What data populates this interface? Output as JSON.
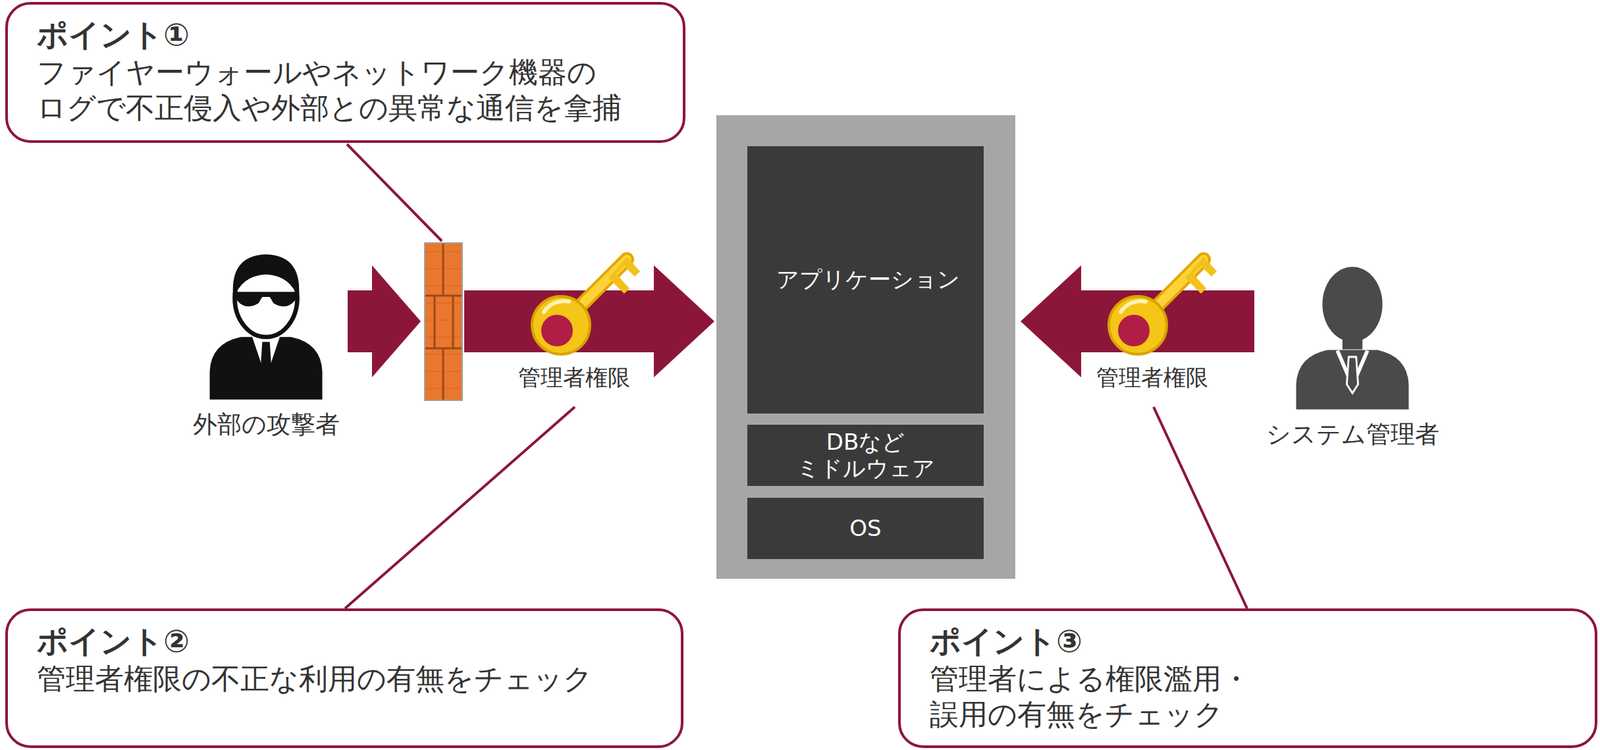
{
  "diagram": {
    "nodes": [
      {
        "text": [
          "ポイント①",
          "ファイヤーウォールやネットワーク機器の ログで不正侵入や外部との異常な通信を拿捕"
        ]
      },
      {
        "text": [
          "外部の攻撃者"
        ]
      },
      {
        "text": [
          "アプリケーション"
        ]
      },
      {
        "text": [
          "DBなど ミドルウェア"
        ]
      },
      {
        "text": [
          "OS"
        ]
      },
      {
        "text": [
          "システム管理者"
        ]
      },
      {
        "text": [
          "ポイント②",
          "管理者権限の不正な利用の有無をチェック"
        ]
      },
      {
        "text": [
          "ポイント③",
          "管理者による権限濫用・誤用の有無をチェック"
        ]
      }
    ],
    "edges": [
      {
        "from": 1,
        "to": 2,
        "label": "管理者権限",
        "arrow": "to"
      },
      {
        "from": 5,
        "to": 2,
        "label": "管理者権限",
        "arrow": "to"
      }
    ]
  }
}
